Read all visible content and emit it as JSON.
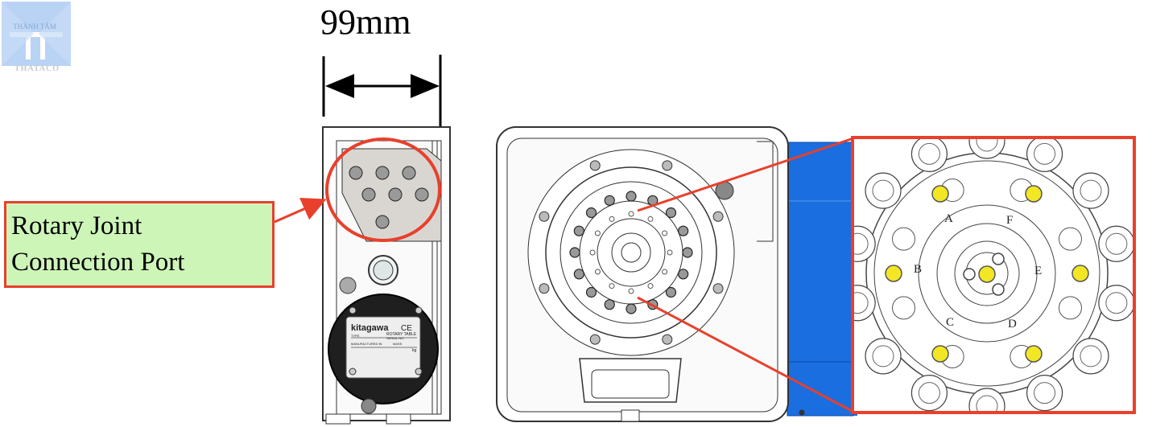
{
  "logo": {
    "top_text": "THÀNH TÂM",
    "bottom_text": "THATACO"
  },
  "dimension": {
    "label": "99mm"
  },
  "callout": {
    "line1": "Rotary Joint",
    "line2": "Connection Port"
  },
  "nameplate": {
    "brand": "kitagawa",
    "mark": "CE",
    "title": "ROTARY TABLE",
    "field_type": "TYPE",
    "field_serial": "SERIAL NO.",
    "field_mfd": "MANUFACTURED IN",
    "field_mass": "MASS",
    "unit": "kg"
  },
  "ports": {
    "labels": [
      "A",
      "F",
      "B",
      "E",
      "C",
      "D"
    ]
  },
  "colors": {
    "highlight": "#e8402c",
    "motor": "#1a6ee0",
    "port_fill": "#f2e625",
    "callout_bg": "#cdf5b8",
    "logo_bg": "#b9d3f5"
  }
}
